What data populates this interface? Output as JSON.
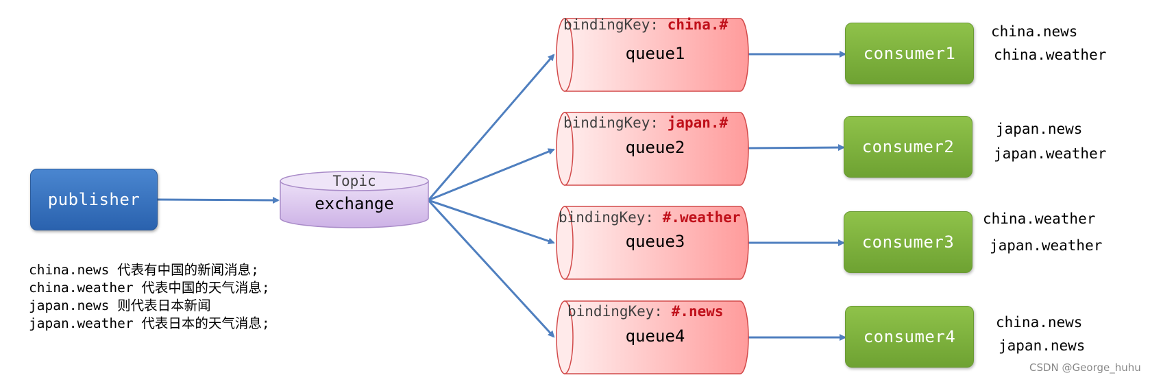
{
  "publisher": {
    "label": "publisher"
  },
  "exchange": {
    "type": "Topic",
    "name": "exchange"
  },
  "binding_prefix": "bindingKey: ",
  "queues": [
    {
      "name": "queue1",
      "binding_key": "china.#"
    },
    {
      "name": "queue2",
      "binding_key": "japan.#"
    },
    {
      "name": "queue3",
      "binding_key": "#.weather"
    },
    {
      "name": "queue4",
      "binding_key": "#.news"
    }
  ],
  "consumers": [
    {
      "name": "consumer1",
      "routing_keys": [
        "china.news",
        "china.weather"
      ]
    },
    {
      "name": "consumer2",
      "routing_keys": [
        "japan.news",
        "japan.weather"
      ]
    },
    {
      "name": "consumer3",
      "routing_keys": [
        "china.weather",
        "japan.weather"
      ]
    },
    {
      "name": "consumer4",
      "routing_keys": [
        "china.news",
        "japan.news"
      ]
    }
  ],
  "notes": [
    "china.news 代表有中国的新闻消息;",
    "china.weather 代表中国的天气消息;",
    "japan.news 则代表日本新闻",
    "japan.weather 代表日本的天气消息;"
  ],
  "watermark": "CSDN @George_huhu",
  "colors": {
    "arrow": "#4f7fbf",
    "publisher": "#2e6bb8",
    "consumer": "#7fb23c",
    "queue_fill_start": "#ffecec",
    "queue_fill_end": "#ff9a9a",
    "binding_key": "#c0101a",
    "exchange_fill": "#dcc8ee"
  }
}
